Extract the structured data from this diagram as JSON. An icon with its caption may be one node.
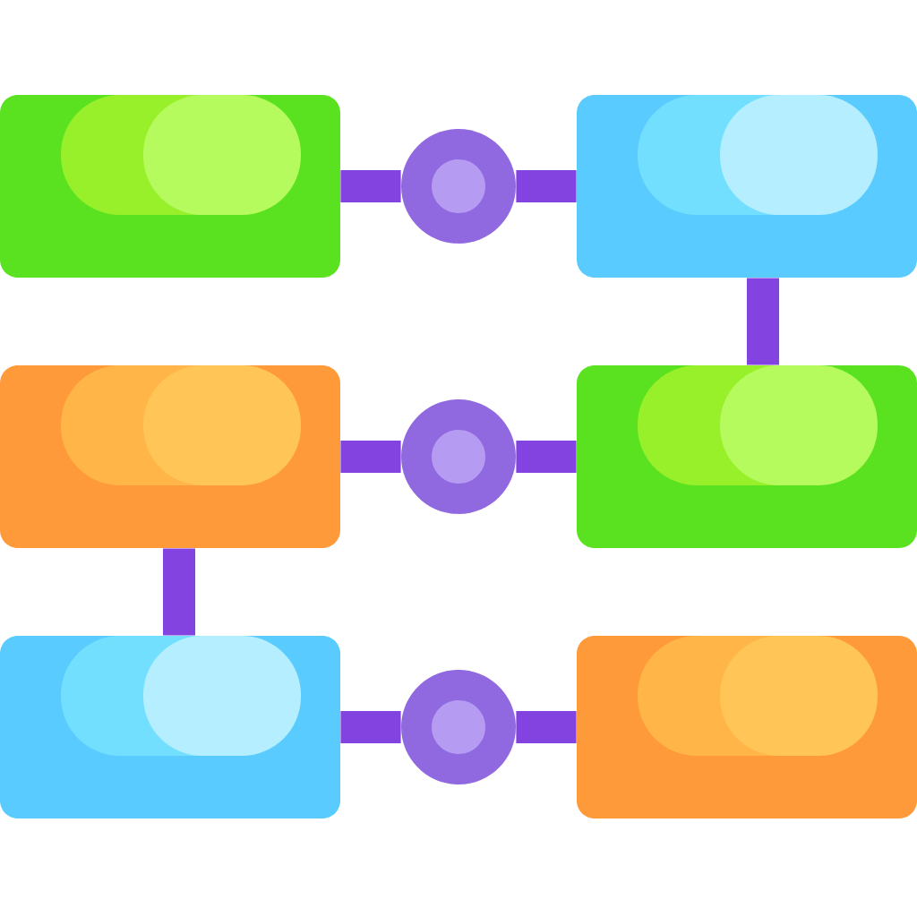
{
  "diagram": {
    "nodes": [
      {
        "text": [],
        "shape": "box"
      },
      {
        "text": [],
        "shape": "circle"
      },
      {
        "text": [],
        "shape": "box"
      },
      {
        "text": [],
        "shape": "box"
      },
      {
        "text": [],
        "shape": "circle"
      },
      {
        "text": [],
        "shape": "box"
      },
      {
        "text": [],
        "shape": "box"
      },
      {
        "text": [],
        "shape": "circle"
      },
      {
        "text": [],
        "shape": "box"
      }
    ],
    "edges": [
      {
        "from": 0,
        "to": 1,
        "arrow": "none"
      },
      {
        "from": 1,
        "to": 2,
        "arrow": "none"
      },
      {
        "from": 2,
        "to": 5,
        "arrow": "none"
      },
      {
        "from": 3,
        "to": 4,
        "arrow": "none"
      },
      {
        "from": 4,
        "to": 5,
        "arrow": "none"
      },
      {
        "from": 3,
        "to": 6,
        "arrow": "none"
      },
      {
        "from": 6,
        "to": 7,
        "arrow": "none"
      },
      {
        "from": 7,
        "to": 8,
        "arrow": "none"
      }
    ]
  }
}
